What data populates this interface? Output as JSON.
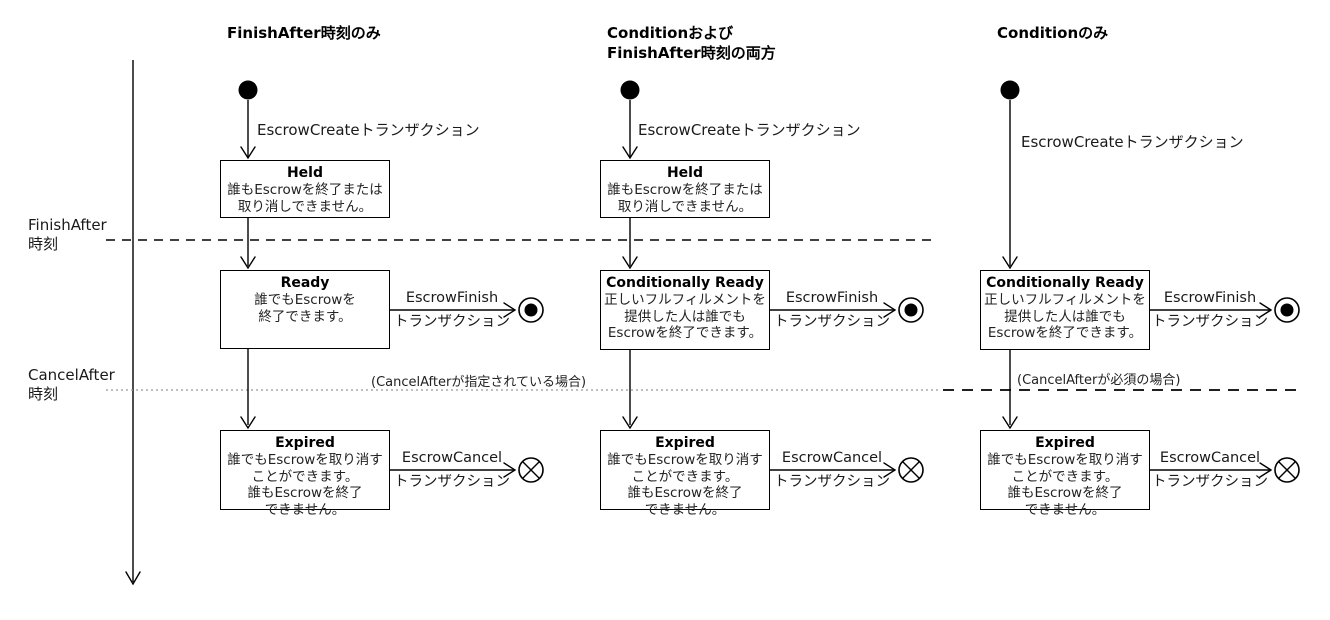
{
  "colors": {
    "line": "#000000",
    "dotted_line": "#999999",
    "background": "#ffffff"
  },
  "timeline": {
    "finish_after_label": "FinishAfter\n時刻",
    "cancel_after_label": "CancelAfter\n時刻"
  },
  "notes": {
    "cancel_after_specified": "(CancelAfterが指定されている場合)",
    "cancel_after_required": "(CancelAfterが必須の場合)"
  },
  "columns": [
    {
      "header": "FinishAfter時刻のみ",
      "create_transition": "EscrowCreateトランザクション",
      "held": {
        "title": "Held",
        "body": "誰もEscrowを終了または\n取り消しできません。"
      },
      "ready": {
        "title": "Ready",
        "body": "誰でもEscrowを\n終了できます。"
      },
      "expired": {
        "title": "Expired",
        "body": "誰でもEscrowを取り消す\nことができます。\n誰もEscrowを終了\nできません。"
      },
      "finish_transition": {
        "line1": "EscrowFinish",
        "line2": "トランザクション"
      },
      "cancel_transition": {
        "line1": "EscrowCancel",
        "line2": "トランザクション"
      }
    },
    {
      "header": "Conditionおよび\nFinishAfter時刻の両方",
      "create_transition": "EscrowCreateトランザクション",
      "held": {
        "title": "Held",
        "body": "誰もEscrowを終了または\n取り消しできません。"
      },
      "ready": {
        "title": "Conditionally Ready",
        "body": "正しいフルフィルメントを\n提供した人は誰でも\nEscrowを終了できます。"
      },
      "expired": {
        "title": "Expired",
        "body": "誰でもEscrowを取り消す\nことができます。\n誰もEscrowを終了\nできません。"
      },
      "finish_transition": {
        "line1": "EscrowFinish",
        "line2": "トランザクション"
      },
      "cancel_transition": {
        "line1": "EscrowCancel",
        "line2": "トランザクション"
      }
    },
    {
      "header": "Conditionのみ",
      "create_transition": "EscrowCreateトランザクション",
      "ready": {
        "title": "Conditionally Ready",
        "body": "正しいフルフィルメントを\n提供した人は誰でも\nEscrowを終了できます。"
      },
      "expired": {
        "title": "Expired",
        "body": "誰でもEscrowを取り消す\nことができます。\n誰もEscrowを終了\nできません。"
      },
      "finish_transition": {
        "line1": "EscrowFinish",
        "line2": "トランザクション"
      },
      "cancel_transition": {
        "line1": "EscrowCancel",
        "line2": "トランザクション"
      }
    }
  ]
}
